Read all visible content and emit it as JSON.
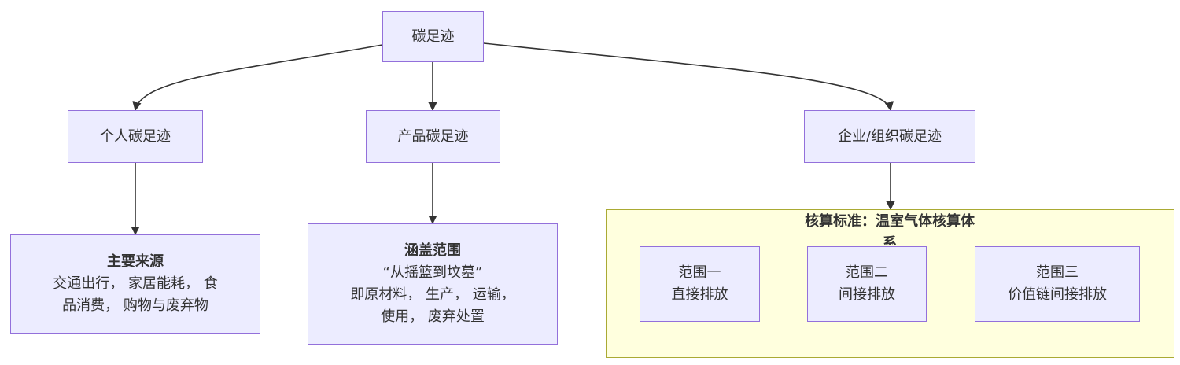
{
  "nodes": {
    "root": {
      "label": "碳足迹"
    },
    "personal": {
      "label": "个人碳足迹"
    },
    "product": {
      "label": "产品碳足迹"
    },
    "enterprise": {
      "label": "企业/组织碳足迹"
    },
    "personal_sources": {
      "title": "主要来源",
      "line1": "交通出行， 家居能耗， 食",
      "line2": "品消费， 购物与废弃物"
    },
    "product_scope": {
      "title": "涵盖范围",
      "line1": "“从摇篮到坟墓”",
      "line2": "即原材料， 生产， 运输，",
      "line3": "使用， 废弃处置"
    }
  },
  "cluster": {
    "title_line1": "核算标准：温室气体核算体",
    "title_line2": "系",
    "scope1": {
      "line1": "范围一",
      "line2": "直接排放"
    },
    "scope2": {
      "line1": "范围二",
      "line2": "间接排放"
    },
    "scope3": {
      "line1": "范围三",
      "line2": "价值链间接排放"
    }
  },
  "colors": {
    "node_fill": "#ececff",
    "node_border": "#9370db",
    "cluster_fill": "#ffffde",
    "cluster_border": "#aaaa33",
    "edge": "#333333"
  }
}
